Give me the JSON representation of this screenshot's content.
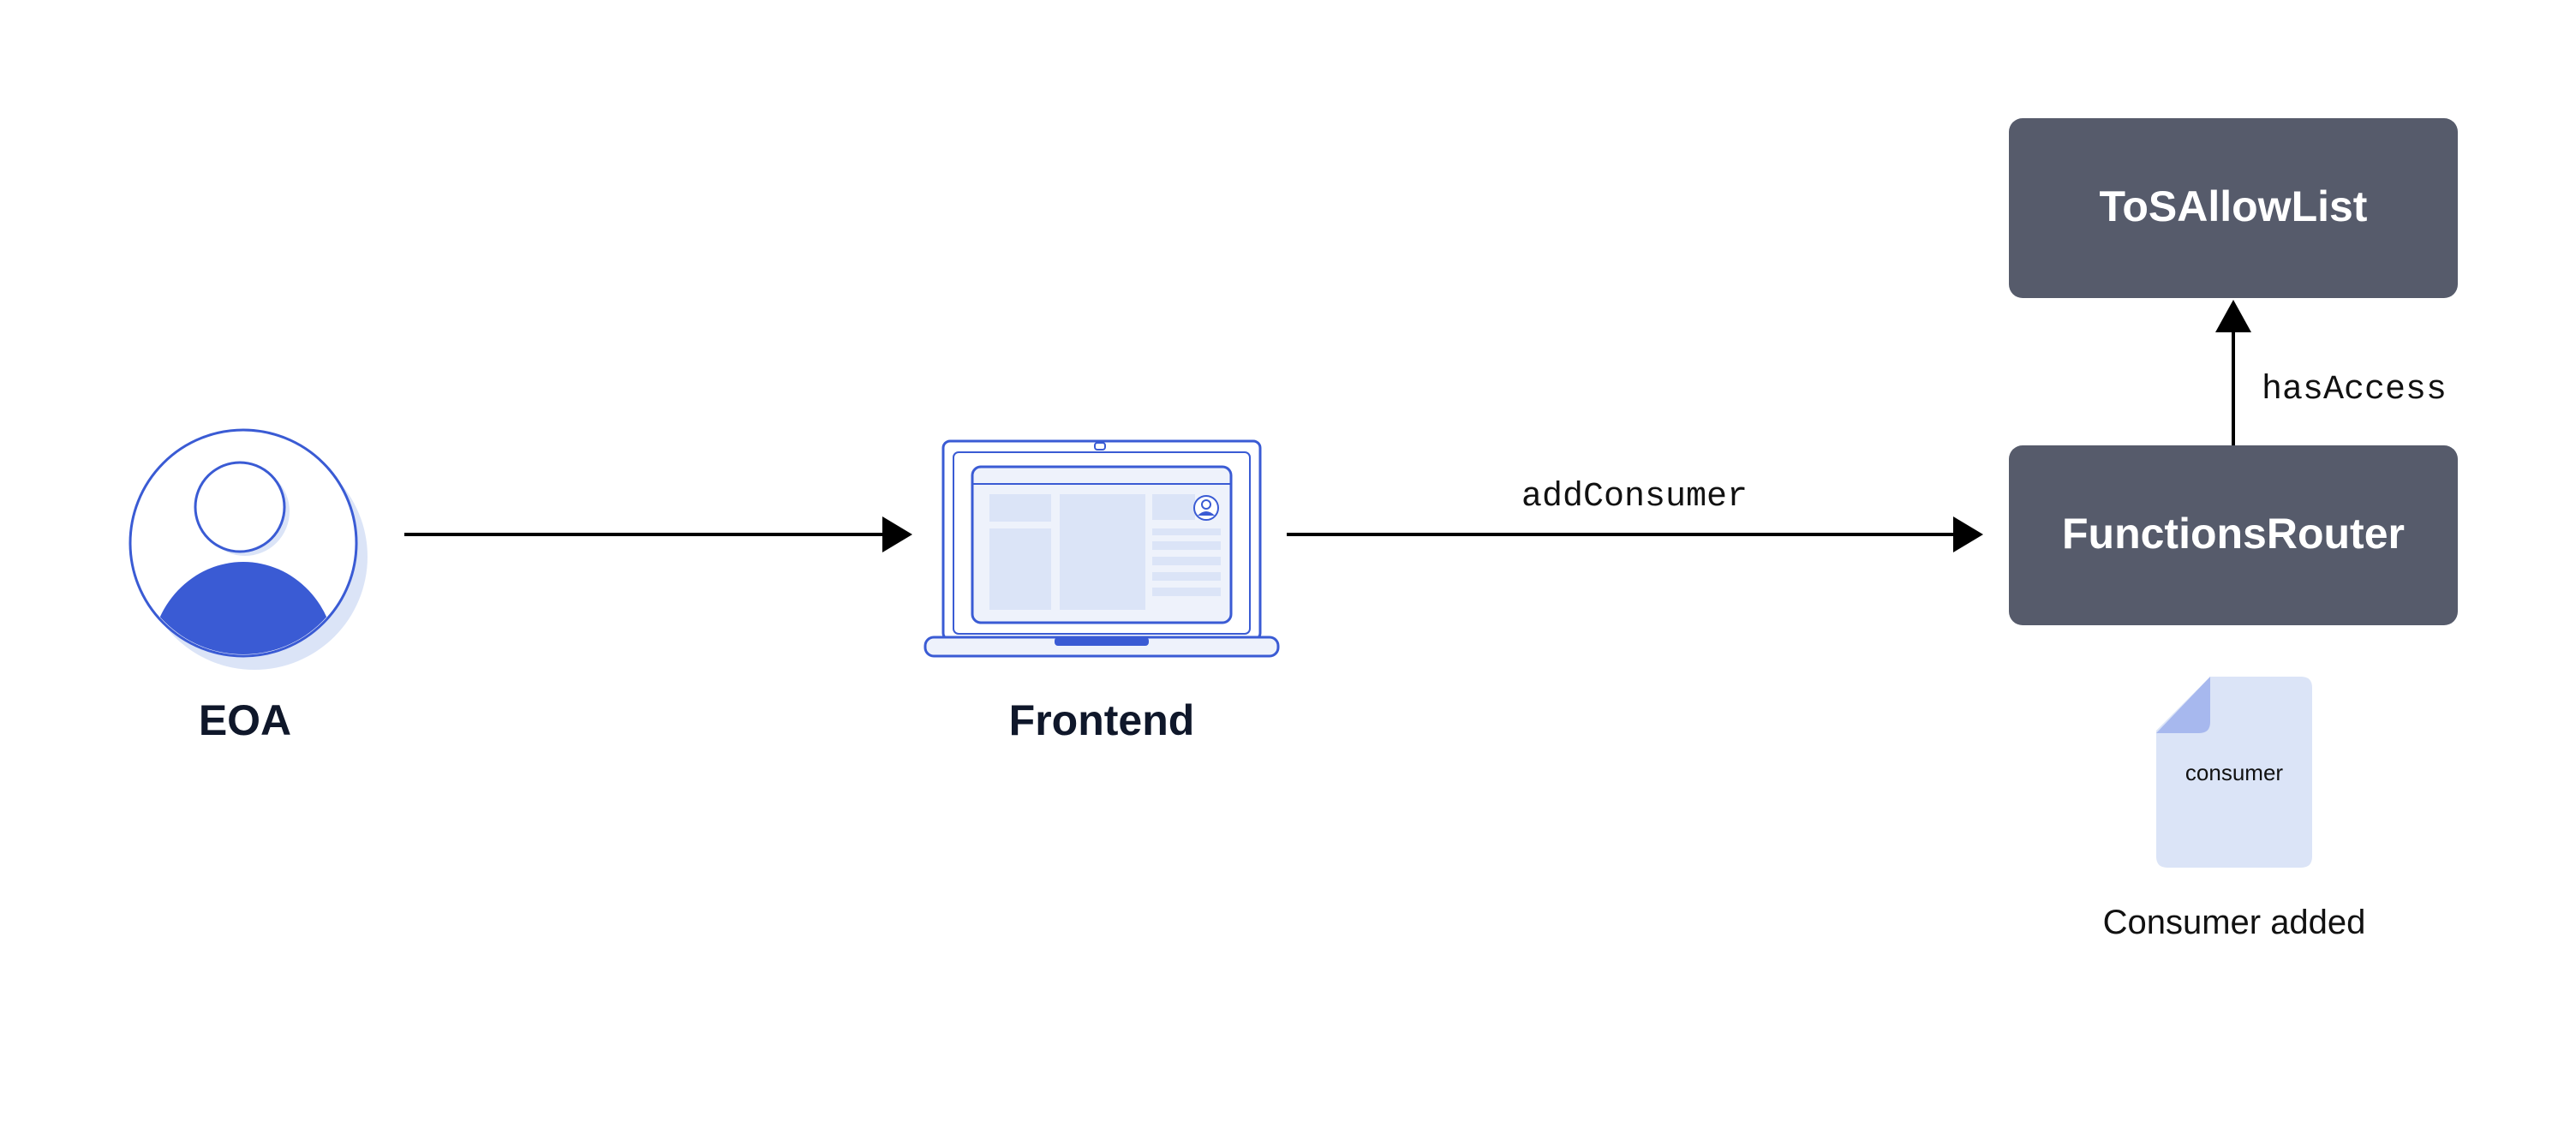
{
  "nodes": {
    "eoa": {
      "label": "EOA",
      "icon": "user-avatar-icon"
    },
    "frontend": {
      "label": "Frontend",
      "icon": "laptop-icon"
    },
    "functions_router": {
      "label": "FunctionsRouter"
    },
    "tos_allow_list": {
      "label": "ToSAllowList"
    },
    "consumer_doc": {
      "label": "consumer",
      "caption": "Consumer added",
      "icon": "document-icon"
    }
  },
  "edges": {
    "eoa_to_frontend": {
      "label": ""
    },
    "frontend_to_router": {
      "label": "addConsumer"
    },
    "router_to_allowlist": {
      "label": "hasAccess"
    }
  },
  "colors": {
    "box_fill": "#565b6b",
    "accent_blue": "#3a5bd4",
    "light_blue": "#dbe4f7",
    "mid_blue": "#a7b8ee",
    "text_dark": "#0f172a",
    "arrow": "#000000"
  }
}
